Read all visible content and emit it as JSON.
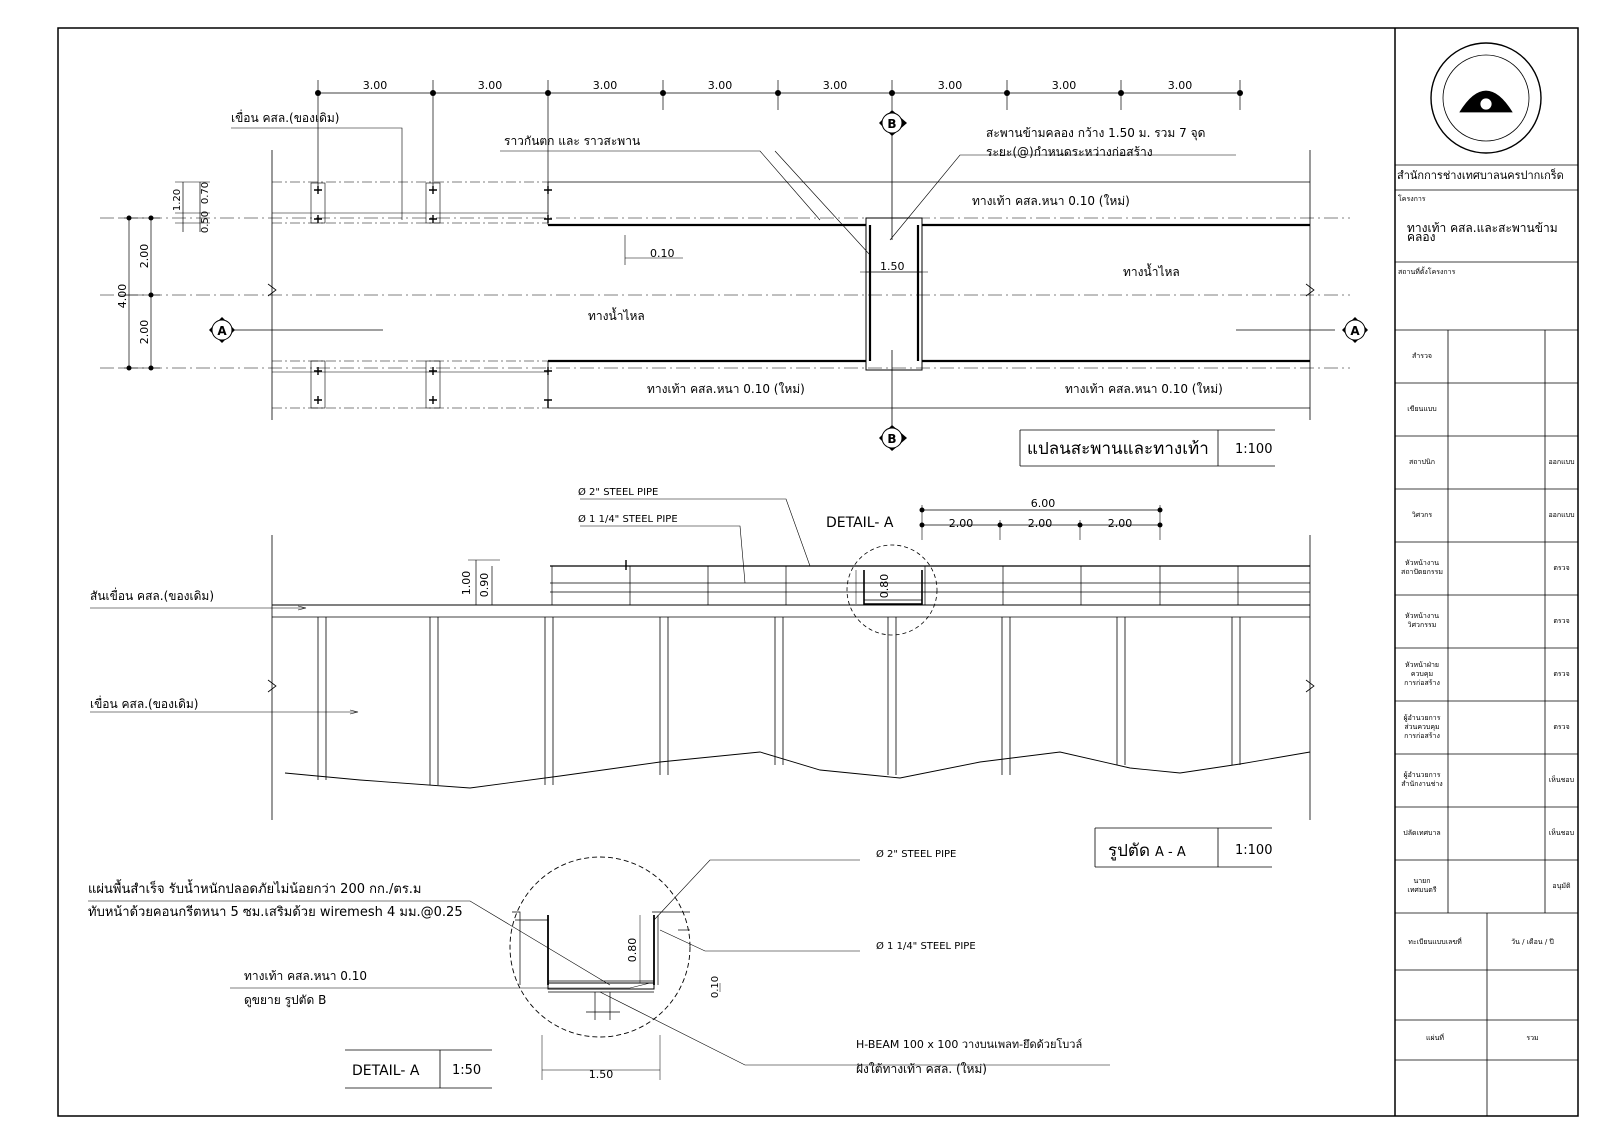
{
  "dims": {
    "top_spans": [
      "3.00",
      "3.00",
      "3.00",
      "3.00",
      "3.00",
      "3.00",
      "3.00",
      "3.00"
    ],
    "left_total": "4.00",
    "left_upper": "2.00",
    "left_lower": "2.00",
    "left_a": "1.20",
    "left_b": "0.70",
    "left_c": "0.50",
    "small_010": "0.10",
    "bridge_width": "1.50",
    "rail_total": "6.00",
    "rail_spans": [
      "2.00",
      "2.00",
      "2.00"
    ],
    "rail_h1": "1.00",
    "rail_h2": "0.90",
    "rail_h3": "0.80",
    "detail_h": "0.80",
    "detail_t": "0.10",
    "detail_w": "1.50"
  },
  "plan": {
    "label_dam": "เขื่อน คสล.(ของเดิม)",
    "label_rail": "ราวกันตก และ ราวสะพาน",
    "label_bridge_1": "สะพานข้ามคลอง กว้าง 1.50 ม. รวม 7 จุด",
    "label_bridge_2": "ระยะ(@)กำหนดระหว่างก่อสร้าง",
    "walkway_top": "ทางเท้า คสล.หนา 0.10 (ใหม่)",
    "walkway_bot_left": "ทางเท้า คสล.หนา 0.10 (ใหม่)",
    "walkway_bot_right": "ทางเท้า คสล.หนา 0.10 (ใหม่)",
    "water_left": "ทางน้ำไหล",
    "water_right": "ทางน้ำไหล",
    "section_a": "A",
    "section_b": "B",
    "title": "แปลนสะพานและทางเท้า",
    "scale": "1:100"
  },
  "section": {
    "pipe_2": "Ø 2\" STEEL PIPE",
    "pipe_114": "Ø 1 1/4\" STEEL PIPE",
    "detail_ref": "DETAIL- A",
    "dam_top": "สันเขื่อน คสล.(ของเดิม)",
    "dam": "เขื่อน คสล.(ของเดิม)",
    "title": "รูปตัด",
    "title_ref": "A - A",
    "scale": "1:100"
  },
  "detail": {
    "note_1": "แผ่นพื้นสำเร็จ รับน้ำหนักปลอดภัยไม่น้อยกว่า 200 กก./ตร.ม",
    "note_2": "ทับหน้าด้วยคอนกรีตหนา 5 ซม.เสริมด้วย wiremesh 4 มม.@0.25",
    "walk_1": "ทางเท้า คสล.หนา 0.10",
    "walk_2": "ดูขยาย รูปตัด B",
    "pipe_2": "Ø 2\" STEEL PIPE",
    "pipe_114": "Ø 1 1/4\" STEEL PIPE",
    "beam_1": "H-BEAM 100 x 100 วางบนเพลท-ยึดด้วยโบวล์",
    "beam_2": "ฝังใต้ทางเท้า คสล. (ใหม่)",
    "title": "DETAIL- A",
    "scale": "1:50"
  },
  "titleblock": {
    "org": "สำนักการช่างเทศบาลนครปากเกร็ด",
    "project_label": "โครงการ",
    "project": "ทางเท้า คสล.และสะพานข้ามคลอง",
    "location_label": "สถานที่ตั้งโครงการ",
    "rows": [
      {
        "label": "สำรวจ",
        "right": ""
      },
      {
        "label": "เขียนแบบ",
        "right": ""
      },
      {
        "label": "สถาปนิก",
        "right": "ออกแบบ"
      },
      {
        "label": "วิศวกร",
        "right": "ออกแบบ"
      },
      {
        "label": "หัวหน้างาน\nสถาปัตยกรรม",
        "right": "ตรวจ"
      },
      {
        "label": "หัวหน้างาน\nวิศวกรรม",
        "right": "ตรวจ"
      },
      {
        "label": "หัวหน้าฝ่าย\nควบคุม\nการก่อสร้าง",
        "right": "ตรวจ"
      },
      {
        "label": "ผู้อำนวยการ\nส่วนควบคุม\nการก่อสร้าง",
        "right": "ตรวจ"
      },
      {
        "label": "ผู้อำนวยการ\nสำนักงานช่าง",
        "right": "เห็นชอบ"
      },
      {
        "label": "ปลัดเทศบาล",
        "right": "เห็นชอบ"
      },
      {
        "label": "นายก\nเทศมนตรี",
        "right": "อนุมัติ"
      }
    ],
    "reg_label": "ทะเบียนแบบเลขที่",
    "date_label": "วัน / เดือน / ปี",
    "sheet_label": "แผ่นที่",
    "total_label": "รวม"
  }
}
